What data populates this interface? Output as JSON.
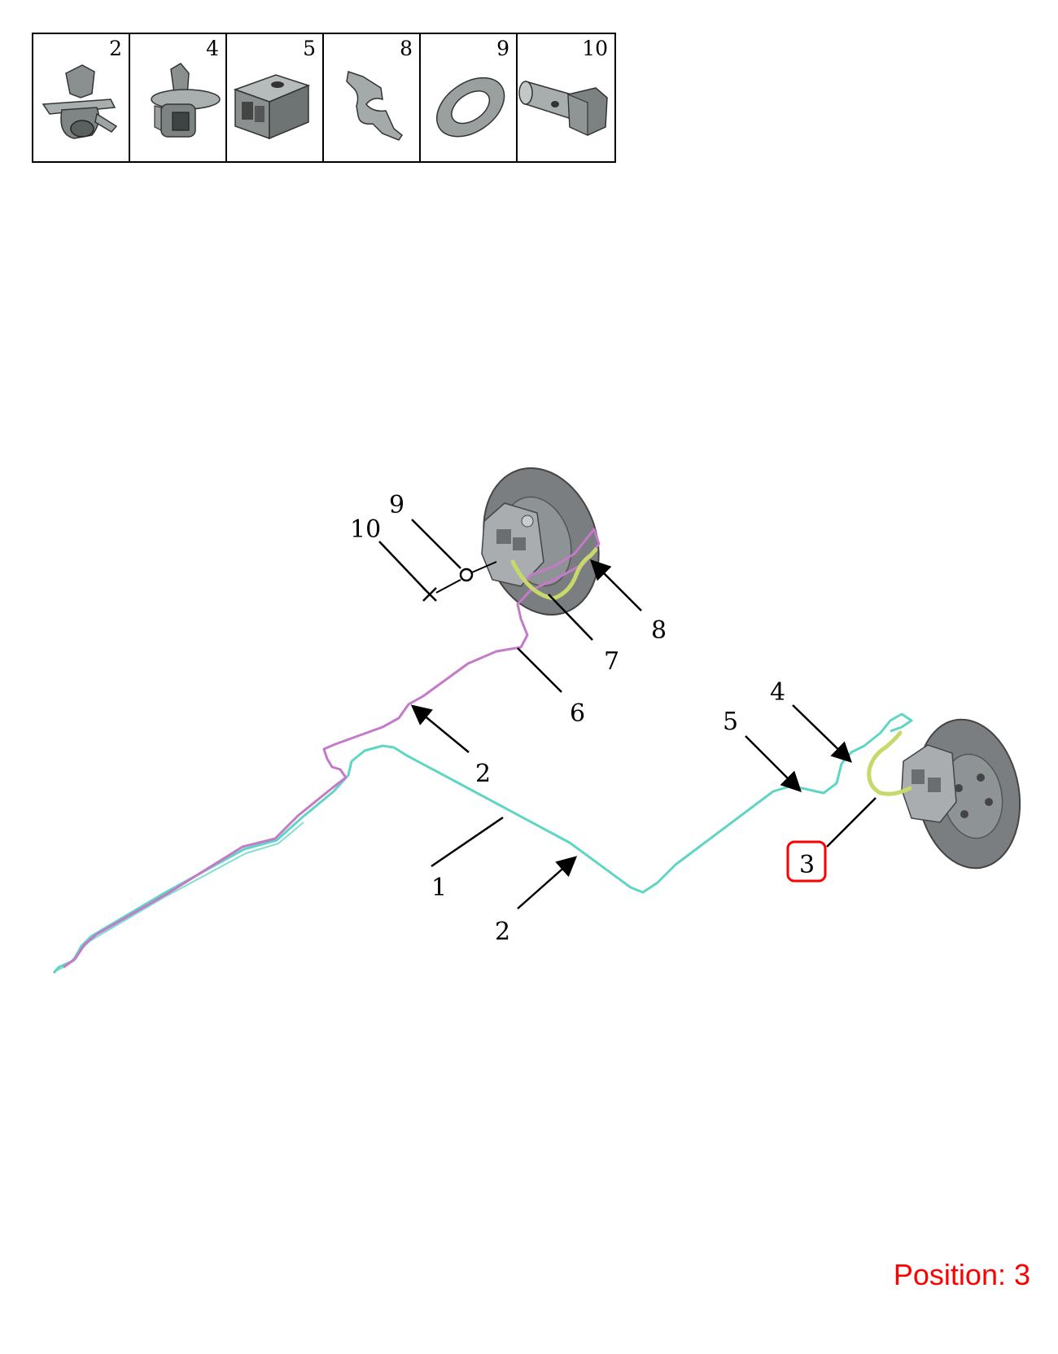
{
  "parts_strip": {
    "items": [
      {
        "number": "2",
        "icon": "push-clip-icon"
      },
      {
        "number": "4",
        "icon": "winged-clip-icon"
      },
      {
        "number": "5",
        "icon": "bracket-block-icon"
      },
      {
        "number": "8",
        "icon": "spring-clip-icon"
      },
      {
        "number": "9",
        "icon": "washer-icon"
      },
      {
        "number": "10",
        "icon": "banjo-bolt-icon"
      }
    ]
  },
  "callouts": {
    "c1": "1",
    "c2a": "2",
    "c2b": "2",
    "c3": "3",
    "c4": "4",
    "c5": "5",
    "c6": "6",
    "c7": "7",
    "c8": "8",
    "c9": "9",
    "c10": "10"
  },
  "position": {
    "label": "Position: 3",
    "highlight_color": "#ff0000"
  },
  "colors": {
    "cyan_line": "#5fd6c4",
    "magenta_line": "#c57ac9",
    "hose": "#c8d86a",
    "disc": "#7a7e80"
  }
}
